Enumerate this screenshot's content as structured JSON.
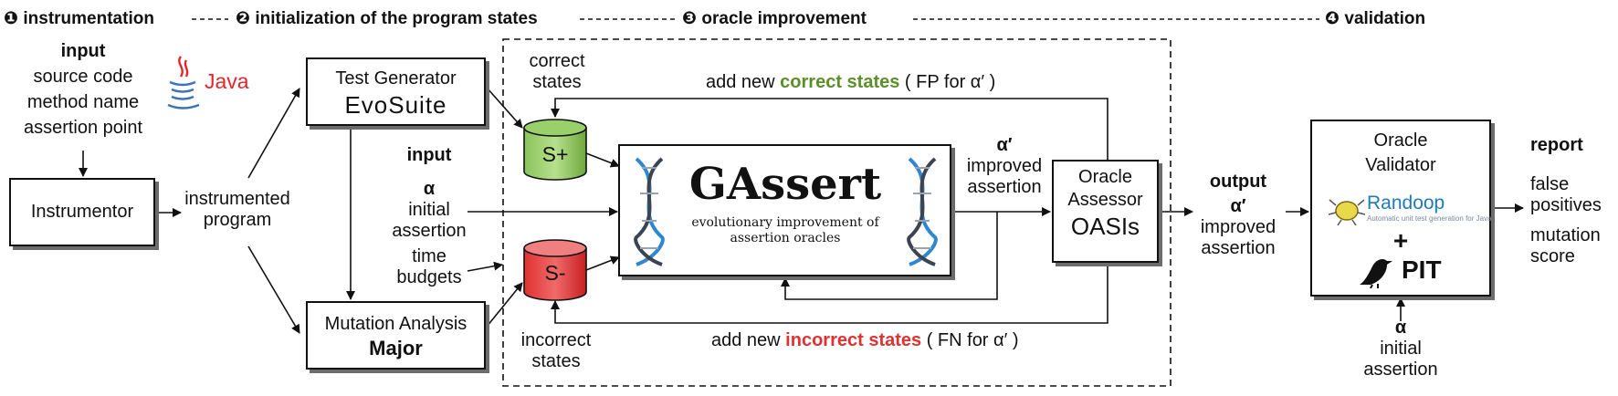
{
  "phases": {
    "p1_num": "❶",
    "p1_label": "instrumentation",
    "p2_num": "❷",
    "p2_label": "initialization of the program states",
    "p3_num": "❸",
    "p3_label": "oracle improvement",
    "p4_num": "❹",
    "p4_label": "validation"
  },
  "input_block": {
    "title": "input",
    "line1": "source code",
    "line2": "method name",
    "line3": "assertion point",
    "java_logo": "Java"
  },
  "instrumentor": {
    "label": "Instrumentor"
  },
  "instrumented_program": {
    "line1": "instrumented",
    "line2": "program"
  },
  "test_generator": {
    "label": "Test Generator",
    "tool": "EvoSuite"
  },
  "mutation_analysis": {
    "label": "Mutation Analysis",
    "tool": "Major"
  },
  "middle_input": {
    "title": "input",
    "alpha": "α",
    "initial": "initial",
    "assertion": "assertion",
    "time": "time",
    "budgets": "budgets"
  },
  "correct_states": {
    "line1": "correct",
    "line2": "states",
    "db": "S+"
  },
  "incorrect_states": {
    "line1": "incorrect",
    "line2": "states",
    "db": "S-"
  },
  "gassert": {
    "title": "GAssert",
    "subtitle1": "evolutionary improvement of",
    "subtitle2": "assertion oracles"
  },
  "improved": {
    "alpha": "α′",
    "line1": "improved",
    "line2": "assertion"
  },
  "oracle_assessor": {
    "line1": "Oracle",
    "line2": "Assessor",
    "tool": "OASIs"
  },
  "top_loop": {
    "prefix": "add new ",
    "highlight": "correct states",
    "suffix": " ( FP for α′ )"
  },
  "bottom_loop": {
    "prefix": "add new ",
    "highlight": "incorrect states",
    "suffix": " ( FN for α′ )"
  },
  "output": {
    "title": "output",
    "alpha": "α′",
    "line1": "improved",
    "line2": "assertion"
  },
  "oracle_validator": {
    "line1": "Oracle",
    "line2": "Validator",
    "randoop": "Randoop",
    "randoop_tag": "Automatic unit test generation for Java",
    "plus": "+",
    "pit": "PIT"
  },
  "validator_input": {
    "alpha": "α",
    "line1": "initial",
    "line2": "assertion"
  },
  "report": {
    "title": "report",
    "line1": "false",
    "line2": "positives",
    "line3": "mutation",
    "line4": "score"
  },
  "colors": {
    "correct_green": "#5a8f29",
    "incorrect_red": "#e03131",
    "dna_blue": "#2f86d1",
    "dna_dark": "#3c4452",
    "java_red": "#e3262b",
    "java_blue": "#3b73b9",
    "evosuite_blue": "#2a6db0",
    "randoop_blue": "#1f7ab8"
  }
}
